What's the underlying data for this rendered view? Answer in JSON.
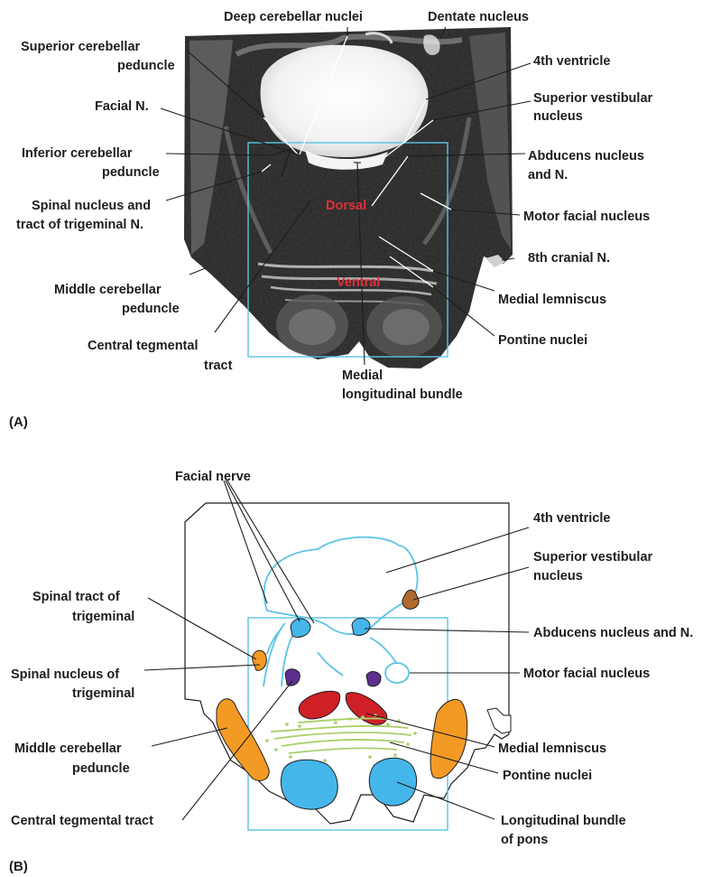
{
  "panel_a": {
    "tag": "(A)",
    "labels": {
      "deep_cerebellar": "Deep cerebellar nuclei",
      "dentate": "Dentate nucleus",
      "sup_cer_1": "Superior cerebellar",
      "sup_cer_2": "peduncle",
      "fourth_ventricle": "4th ventricle",
      "facial_n": "Facial N.",
      "sup_vest_1": "Superior vestibular",
      "sup_vest_2": "nucleus",
      "inf_cer_1": "Inferior cerebellar",
      "inf_cer_2": "peduncle",
      "abducens_1": "Abducens nucleus",
      "abducens_2": "and N.",
      "spinal_1": "Spinal nucleus and",
      "spinal_2": "tract of trigeminal N.",
      "motor_facial": "Motor facial nucleus",
      "eighth_nerve": "8th cranial N.",
      "mid_cer_1": "Middle cerebellar",
      "mid_cer_2": "peduncle",
      "medial_lemniscus": "Medial lemniscus",
      "pontine": "Pontine nuclei",
      "ctt_1": "Central tegmental",
      "ctt_2": "tract",
      "mlb_1": "Medial",
      "mlb_2": "longitudinal bundle",
      "dorsal": "Dorsal",
      "ventral": "Ventral"
    }
  },
  "panel_b": {
    "tag": "(B)",
    "labels": {
      "facial_nerve": "Facial nerve",
      "fourth_ventricle": "4th ventricle",
      "sup_vest_1": "Superior vestibular",
      "sup_vest_2": "nucleus",
      "spinal_tract_1": "Spinal tract of",
      "spinal_tract_2": "trigeminal",
      "abducens": "Abducens nucleus and N.",
      "spinal_nuc_1": "Spinal nucleus of",
      "spinal_nuc_2": "trigeminal",
      "motor_facial": "Motor facial nucleus",
      "mid_cer_1": "Middle cerebellar",
      "mid_cer_2": "peduncle",
      "medial_lemniscus": "Medial lemniscus",
      "pontine": "Pontine nuclei",
      "ctt": "Central tegmental tract",
      "long_bundle_1": "Longitudinal bundle",
      "long_bundle_2": "of pons"
    }
  },
  "colors": {
    "box": "#5bc3e6",
    "nucleus_blue": "#45b6ea",
    "peduncle_orange": "#f39a25",
    "lemniscus_red": "#cf2027",
    "ctt_purple": "#5c2f8c",
    "vestibular_brown": "#b06a2c",
    "pontine_green": "#a9cf6a",
    "label_red": "#e0303a"
  }
}
